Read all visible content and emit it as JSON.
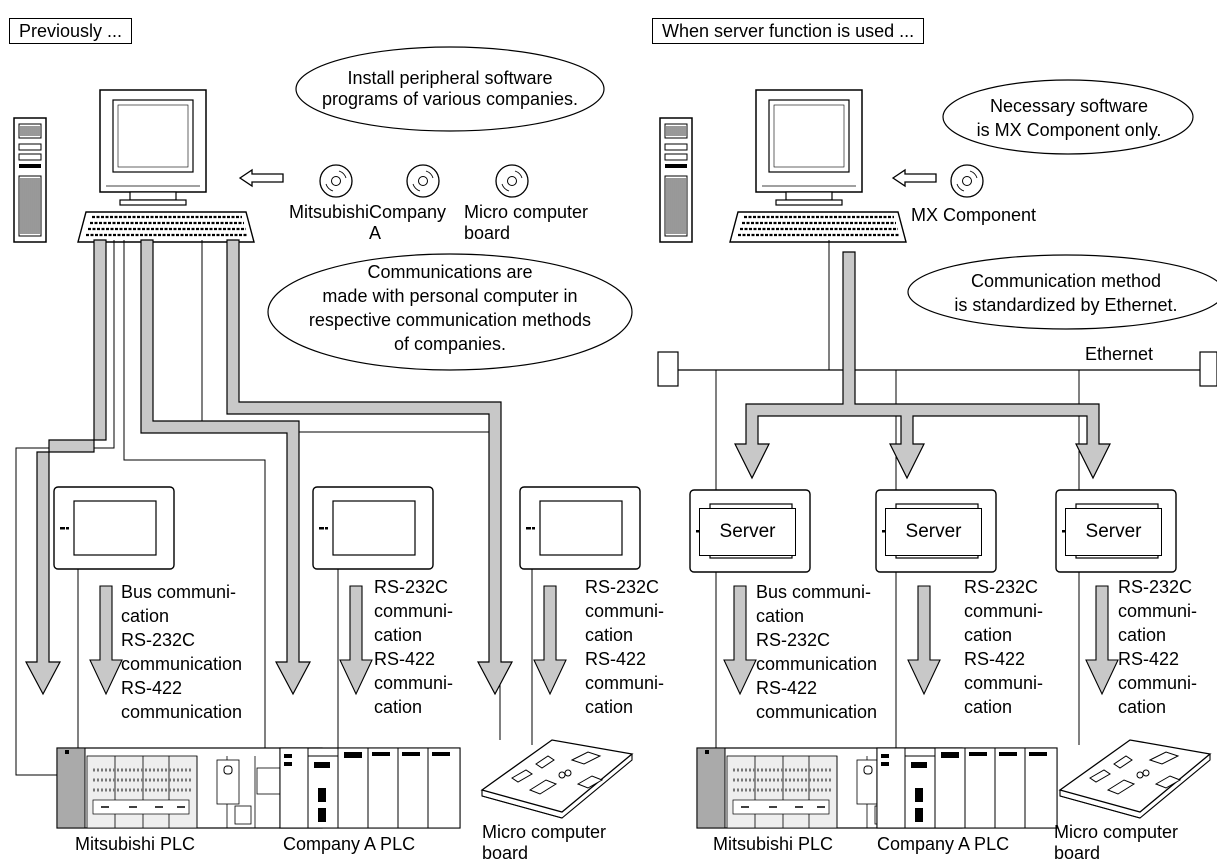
{
  "left_panel": {
    "heading": "Previously ...",
    "balloon_install": [
      "Install peripheral software",
      "programs of various companies."
    ],
    "cd_labels": [
      "Mitsubishi",
      "Company\nA",
      "Micro computer\nboard"
    ],
    "balloon_communications": [
      "Communications are",
      "made with personal computer in",
      "respective communication methods",
      "of companies."
    ],
    "comm_labels": [
      "Bus communi-\ncation\nRS-232C\ncommunication\nRS-422\ncommunication",
      "RS-232C\ncommuni-\ncation\nRS-422\ncommuni-\ncation",
      "RS-232C\ncommuni-\ncation\nRS-422\ncommuni-\ncation"
    ],
    "device_labels": [
      "Mitsubishi PLC",
      "Company A PLC",
      "Micro computer\nboard"
    ]
  },
  "right_panel": {
    "heading": "When server function is used ...",
    "balloon_software": [
      "Necessary software",
      "is MX Component only."
    ],
    "cd_label": "MX Component",
    "balloon_method": [
      "Communication method",
      "is standardized by Ethernet."
    ],
    "ethernet_label": "Ethernet",
    "server_label": "Server",
    "comm_labels": [
      "Bus communi-\ncation\nRS-232C\ncommunication\nRS-422\ncommunication",
      "RS-232C\ncommuni-\ncation\nRS-422\ncommuni-\ncation\n",
      "RS-232C\ncommuni-\ncation\nRS-422\ncommuni-\ncation"
    ],
    "device_labels": [
      "Mitsubishi PLC",
      "Company A PLC",
      "Micro computer\nboard"
    ]
  }
}
